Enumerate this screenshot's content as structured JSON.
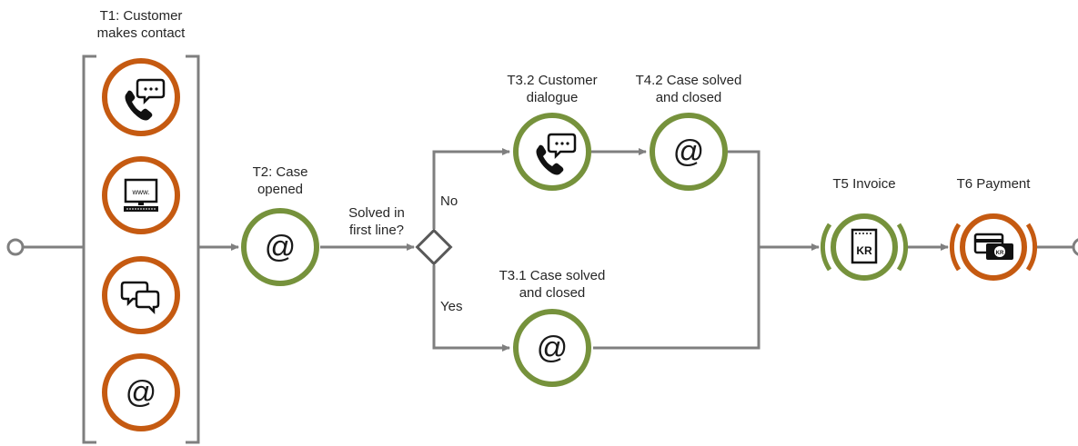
{
  "labels": {
    "t1_line1": "T1: Customer",
    "t1_line2": "makes contact",
    "t2_line1": "T2: Case",
    "t2_line2": "opened",
    "decision_line1": "Solved in",
    "decision_line2": "first line?",
    "no": "No",
    "yes": "Yes",
    "t32_line1": "T3.2 Customer",
    "t32_line2": "dialogue",
    "t42_line1": "T4.2 Case solved",
    "t42_line2": "and closed",
    "t31_line1": "T3.1 Case solved",
    "t31_line2": "and closed",
    "t5": "T5 Invoice",
    "t6": "T6 Payment"
  },
  "glyphs": {
    "at": "@",
    "www": "www.",
    "kr": "KR"
  },
  "icons": [
    "phone-chat-icon",
    "computer-www-icon",
    "speech-bubbles-icon",
    "at-icon",
    "invoice-kr-icon",
    "payment-card-icon"
  ],
  "colors": {
    "orange": "#c55a11",
    "green": "#76923c",
    "line": "#7f7f7f",
    "text": "#262626"
  }
}
